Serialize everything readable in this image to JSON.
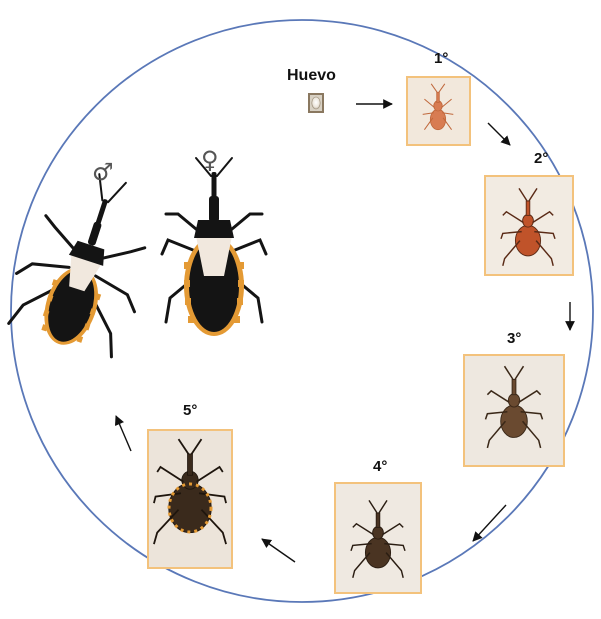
{
  "egg_label": "Huevo",
  "male_symbol": "♂",
  "female_symbol": "♀",
  "stages": [
    {
      "label": "1°"
    },
    {
      "label": "2°"
    },
    {
      "label": "3°"
    },
    {
      "label": "4°"
    },
    {
      "label": "5°"
    }
  ],
  "colors": {
    "circle_stroke": "#5a78b8",
    "photo_border": "#f3c27c",
    "photo_background": "#f1ece4",
    "adult_body": "#141414",
    "adult_pale": "#f1e8de",
    "adult_orange": "#e49a34",
    "arrow": "#111111"
  }
}
